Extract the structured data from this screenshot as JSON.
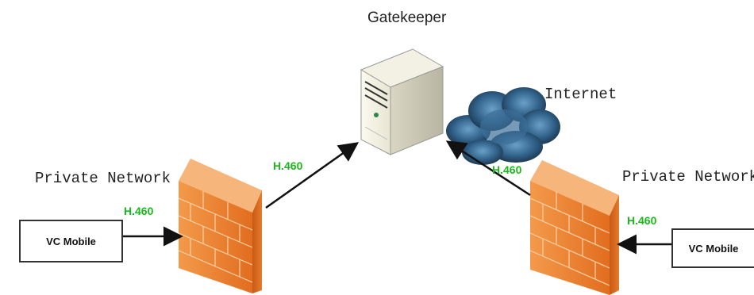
{
  "gatekeeper": {
    "label": "Gatekeeper"
  },
  "internet": {
    "label": "Internet"
  },
  "left": {
    "network_label": "Private Network",
    "protocol_label": "H.460",
    "device_label": "VC Mobile",
    "uplink_label": "H.460"
  },
  "right": {
    "network_label": "Private Network",
    "protocol_label": "H.460",
    "device_label": "VC Mobile",
    "uplink_label": "H.460"
  },
  "colors": {
    "firewall_orange": "#e8772a",
    "firewall_light": "#f6a15a",
    "cloud_blue": "#2f5f86",
    "protocol_green": "#1eb51e"
  },
  "icons": [
    "server-icon",
    "cloud-icon",
    "firewall-icon",
    "firewall-icon"
  ]
}
